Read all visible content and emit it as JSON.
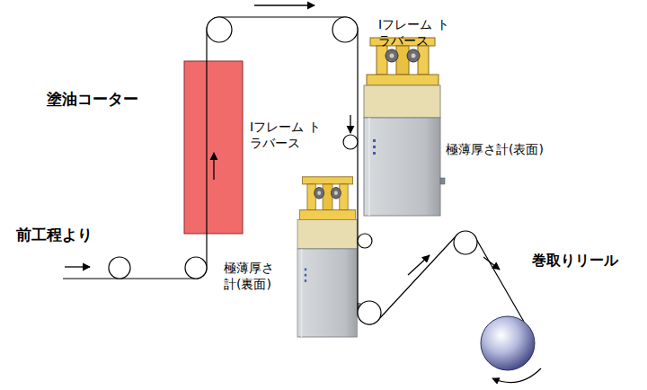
{
  "diagram": {
    "nodes": [
      {
        "text": [
          "塗油コーター"
        ]
      },
      {
        "text": [
          "Iフレーム トラバース",
          "極薄厚さ計(表面)"
        ]
      },
      {
        "text": [
          "Iフレーム トラバース",
          "極薄厚さ計(裏面)"
        ]
      },
      {
        "text": [
          "巻取りリール"
        ]
      }
    ],
    "labels": [
      "前工程より"
    ]
  }
}
